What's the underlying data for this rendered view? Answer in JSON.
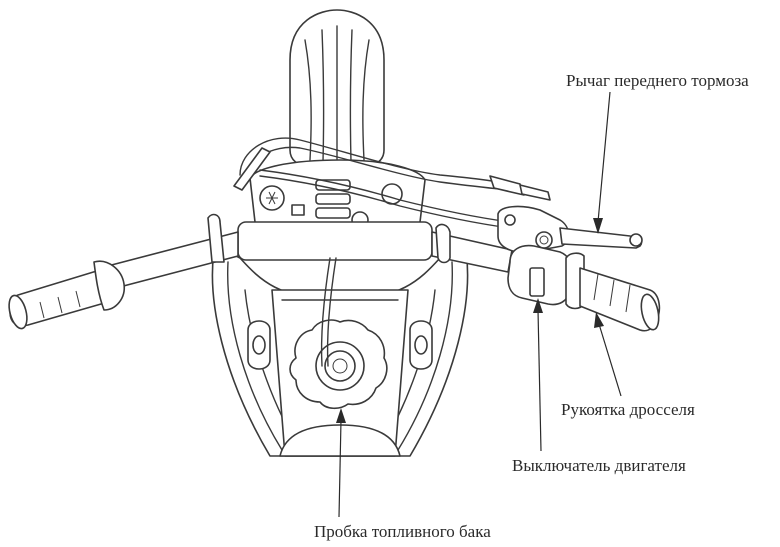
{
  "diagram": {
    "labels": {
      "front_brake_lever": "Рычаг переднего тормоза",
      "throttle_grip": "Рукоятка дросселя",
      "engine_stop_switch": "Выключатель двигателя",
      "fuel_tank_cap": "Пробка топливного бака"
    }
  }
}
